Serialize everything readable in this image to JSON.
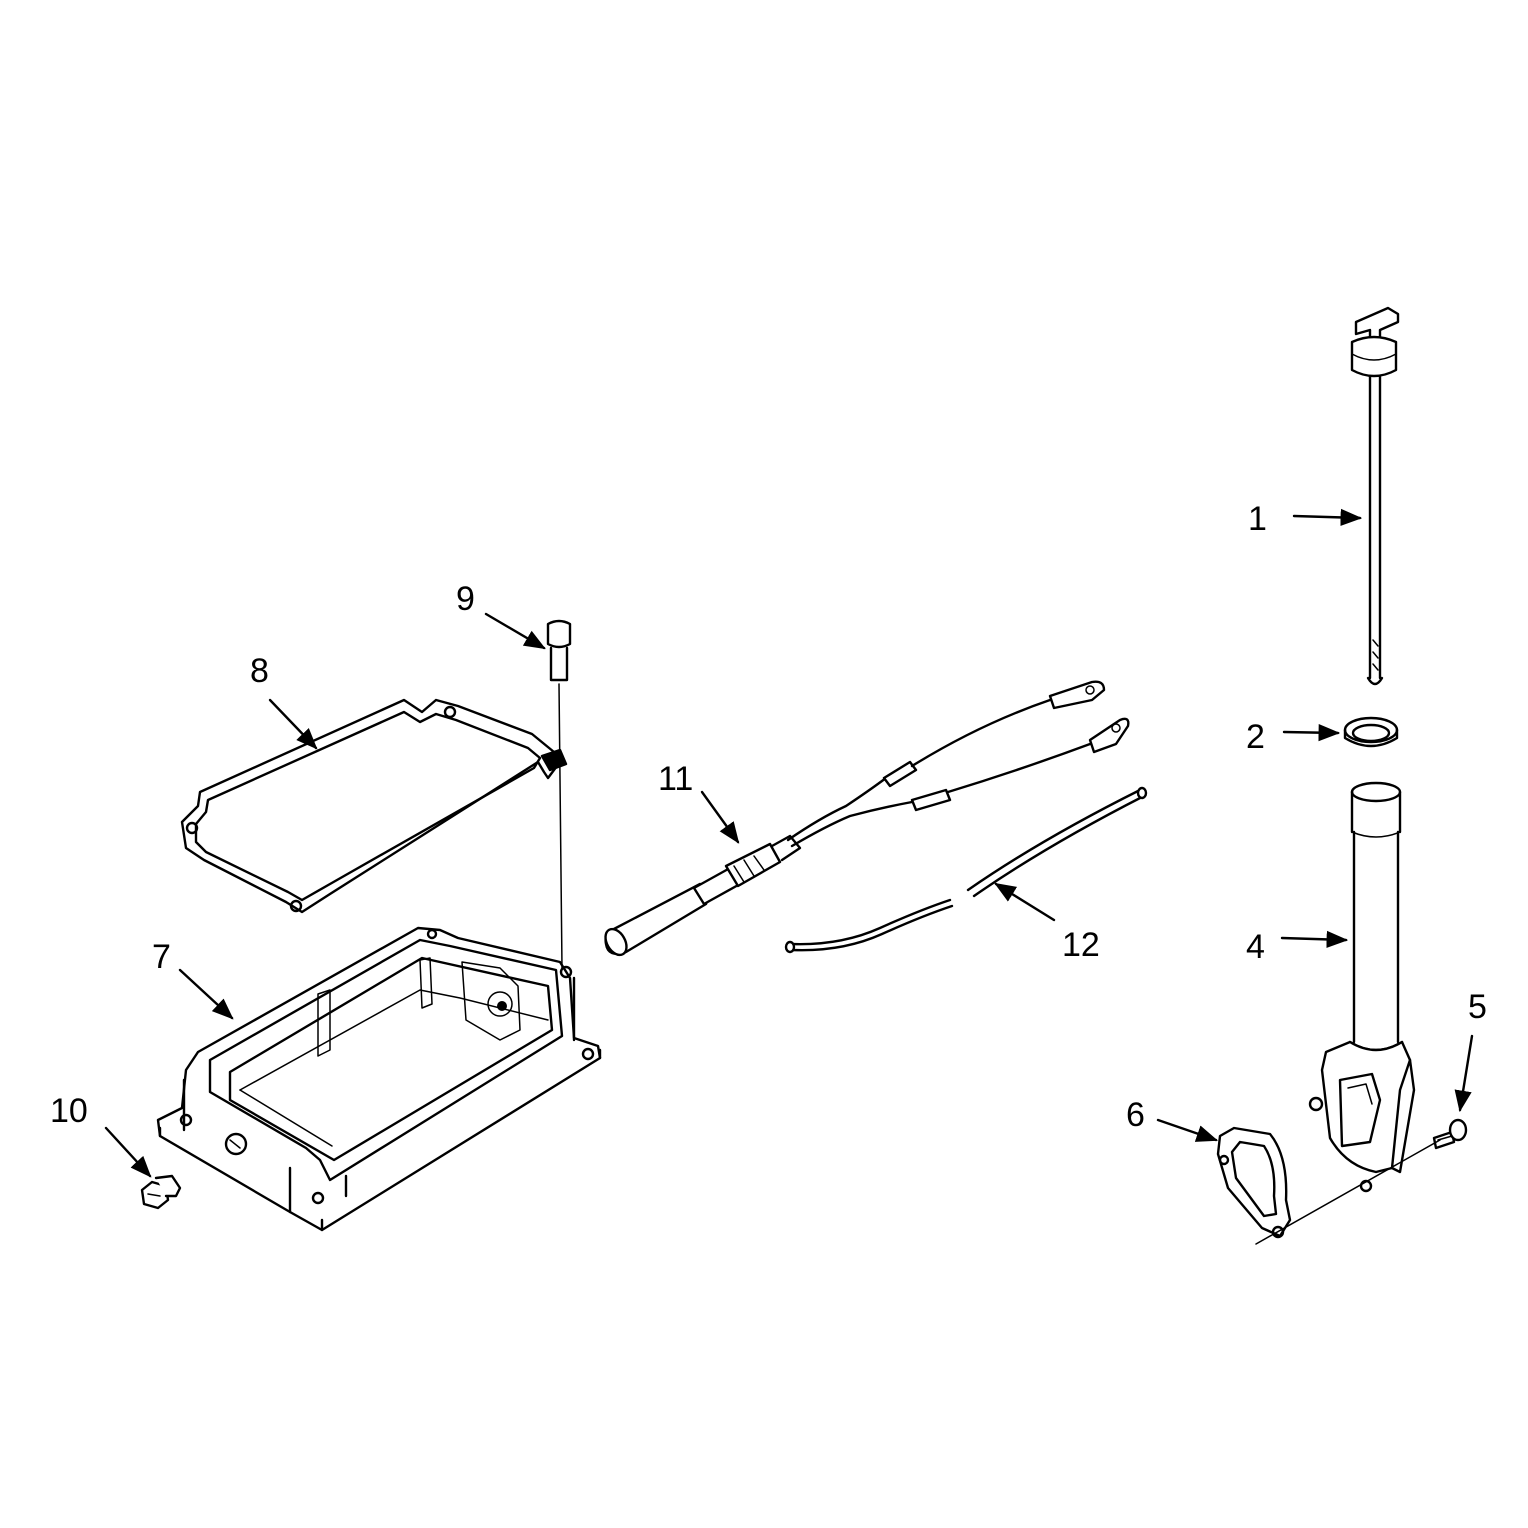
{
  "callouts": {
    "p1": "1",
    "p2": "2",
    "p4": "4",
    "p5": "5",
    "p6": "6",
    "p7": "7",
    "p8": "8",
    "p9": "9",
    "p10": "10",
    "p11": "11",
    "p12": "12"
  }
}
